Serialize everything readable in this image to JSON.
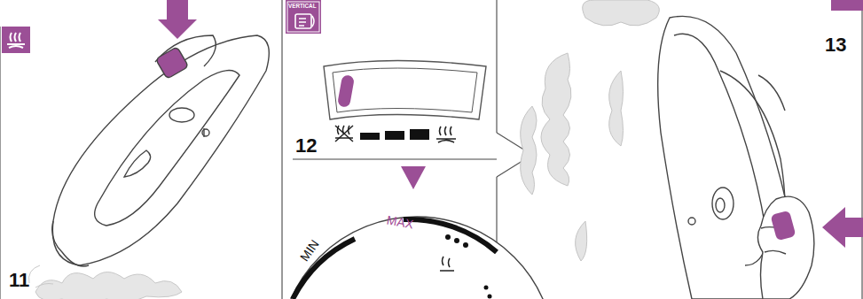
{
  "diagram": {
    "labels": [
      "11",
      "12",
      "13",
      "VERTICAL",
      "MAX",
      "MIN"
    ]
  }
}
